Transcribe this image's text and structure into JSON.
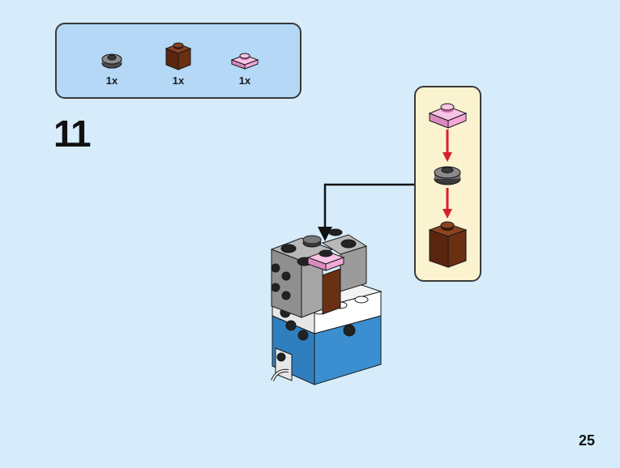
{
  "parts_list": {
    "items": [
      {
        "name": "dark-gray-round-plate",
        "qty": "1x",
        "color": "#6d6d6d"
      },
      {
        "name": "reddish-brown-brick",
        "qty": "1x",
        "color": "#6b2f12"
      },
      {
        "name": "pink-plate",
        "qty": "1x",
        "color": "#f4a8d8"
      }
    ]
  },
  "step": {
    "number": "11"
  },
  "page": {
    "number": "25"
  },
  "colors": {
    "background": "#d6ecfb",
    "parts_box": "#b4d8f5",
    "callout": "#fbf3cf",
    "arrow_red": "#d8202a",
    "brick_blue": "#3b8fd0",
    "brick_gray": "#9b9b9b"
  }
}
